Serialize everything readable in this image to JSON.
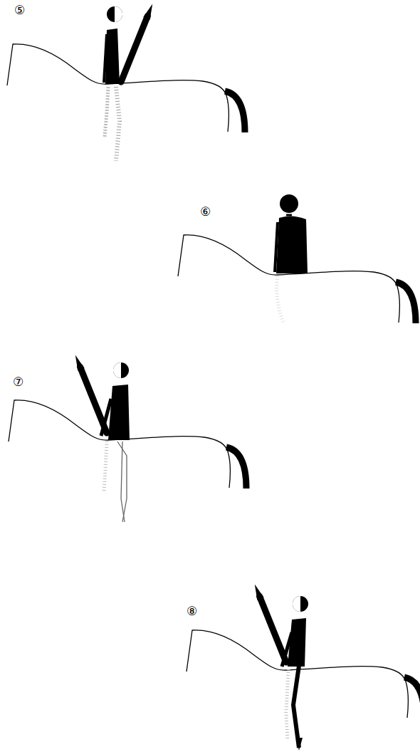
{
  "diagram": {
    "labels": [
      "⑤",
      "⑥",
      "⑦",
      "⑧"
    ]
  }
}
